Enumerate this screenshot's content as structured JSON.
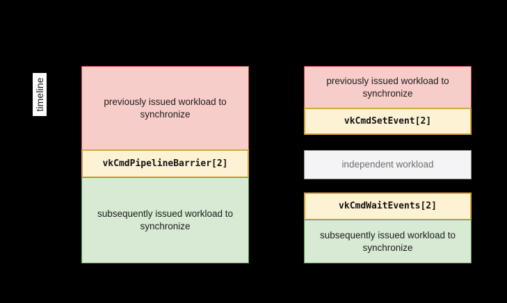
{
  "axis": {
    "timeline_label": "timeline"
  },
  "colors": {
    "background": "#000000",
    "pink_fill": "#f7cdca",
    "pink_border": "#c8504a",
    "green_fill": "#d8e9d4",
    "green_border": "#5f9e56",
    "yellow_fill": "#fdf2d3",
    "yellow_border": "#d3a63b",
    "gray_fill": "#f4f4f6",
    "gray_border": "#9a9a9e",
    "text_primary": "#1c1c1c",
    "text_muted": "#6d6d6d"
  },
  "columns": [
    {
      "id": "left",
      "bands": [
        {
          "id": "left-prev",
          "kind": "pink",
          "label": "previously issued workload to synchronize"
        },
        {
          "id": "left-barrier",
          "kind": "yellow",
          "label": "vkCmdPipelineBarrier[2]"
        },
        {
          "id": "left-next",
          "kind": "green",
          "label": "subsequently issued workload to synchronize"
        }
      ]
    },
    {
      "id": "right",
      "bands": [
        {
          "id": "right-prev",
          "kind": "pink",
          "label": "previously issued workload to synchronize"
        },
        {
          "id": "right-setevent",
          "kind": "yellow",
          "label": "vkCmdSetEvent[2]"
        },
        {
          "id": "right-indep",
          "kind": "gray",
          "label": "independent workload"
        },
        {
          "id": "right-wait",
          "kind": "yellow",
          "label": "vkCmdWaitEvents[2]"
        },
        {
          "id": "right-next",
          "kind": "green",
          "label": "subsequently issued workload to synchronize"
        }
      ]
    }
  ]
}
